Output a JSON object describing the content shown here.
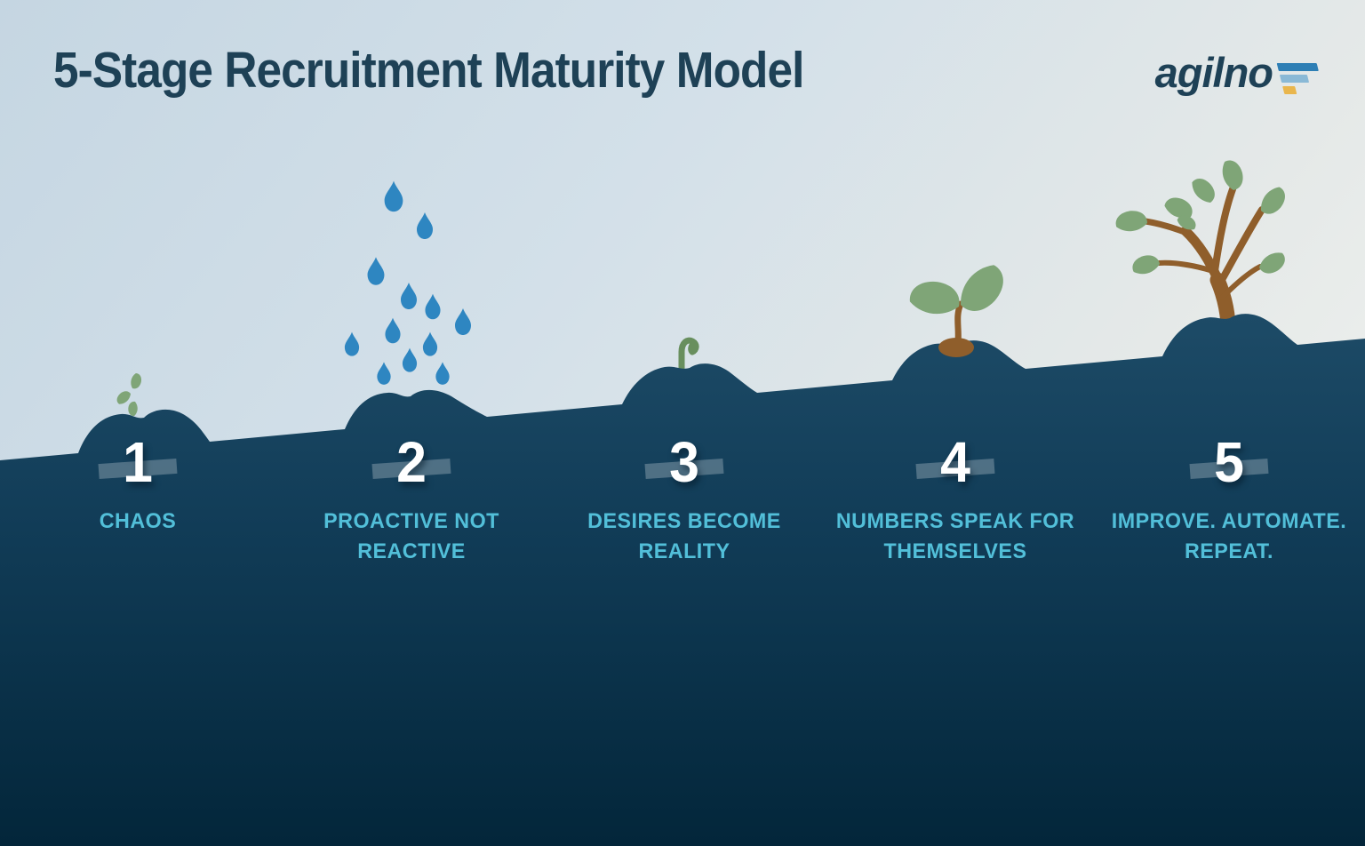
{
  "title": "5-Stage Recruitment Maturity Model",
  "logo": {
    "text": "agilno",
    "mark": "three-bars-flag"
  },
  "stages": [
    {
      "number": "1",
      "label": "CHAOS",
      "icon": "falling-seeds"
    },
    {
      "number": "2",
      "label": "PROACTIVE NOT REACTIVE",
      "icon": "rain-drops"
    },
    {
      "number": "3",
      "label": "DESIRES BECOME REALITY",
      "icon": "sprout"
    },
    {
      "number": "4",
      "label": "NUMBERS SPEAK FOR THEMSELVES",
      "icon": "seedling"
    },
    {
      "number": "5",
      "label": "IMPROVE. AUTOMATE. REPEAT.",
      "icon": "young-tree"
    }
  ],
  "colors": {
    "title_navy": "#1e4156",
    "hill_top": "#1d4b67",
    "hill_mid": "#113c57",
    "hill_bottom": "#03263a",
    "label_cyan": "#52bfd9",
    "rain_blue": "#2e86c1",
    "leaf_green": "#7fa577",
    "stem_green": "#688f5e",
    "wood_brown": "#8f5e2b",
    "logo_bar_blue": "#2e7fb5",
    "logo_bar_lightblue": "#8ab9d6",
    "logo_bar_yellow": "#e9b64d",
    "sky_top": "#c5d6e2",
    "sky_horizon": "#ecefed"
  }
}
